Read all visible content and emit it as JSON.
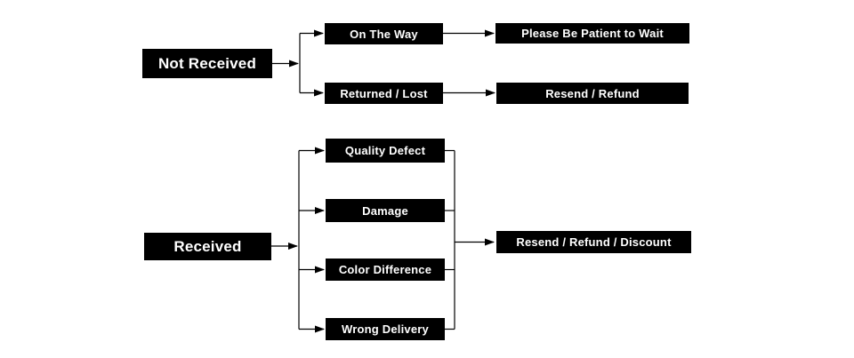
{
  "diagram": {
    "type": "flowchart",
    "colors": {
      "node_background": "#000000",
      "node_text": "#ffffff",
      "connector": "#000000",
      "page_background": "#ffffff"
    },
    "nodes": {
      "not_received": "Not Received",
      "on_the_way": "On The Way",
      "returned_lost": "Returned / Lost",
      "please_wait": "Please Be Patient to Wait",
      "resend_refund": "Resend / Refund",
      "received": "Received",
      "quality_defect": "Quality Defect",
      "damage": "Damage",
      "color_difference": "Color Difference",
      "wrong_delivery": "Wrong Delivery",
      "resend_refund_discount": "Resend / Refund / Discount"
    },
    "edges": [
      {
        "from": "not_received",
        "to": "on_the_way"
      },
      {
        "from": "not_received",
        "to": "returned_lost"
      },
      {
        "from": "on_the_way",
        "to": "please_wait"
      },
      {
        "from": "returned_lost",
        "to": "resend_refund"
      },
      {
        "from": "received",
        "to": "quality_defect"
      },
      {
        "from": "received",
        "to": "damage"
      },
      {
        "from": "received",
        "to": "color_difference"
      },
      {
        "from": "received",
        "to": "wrong_delivery"
      },
      {
        "from": "quality_defect",
        "to": "resend_refund_discount"
      },
      {
        "from": "damage",
        "to": "resend_refund_discount"
      },
      {
        "from": "color_difference",
        "to": "resend_refund_discount"
      },
      {
        "from": "wrong_delivery",
        "to": "resend_refund_discount"
      }
    ]
  }
}
